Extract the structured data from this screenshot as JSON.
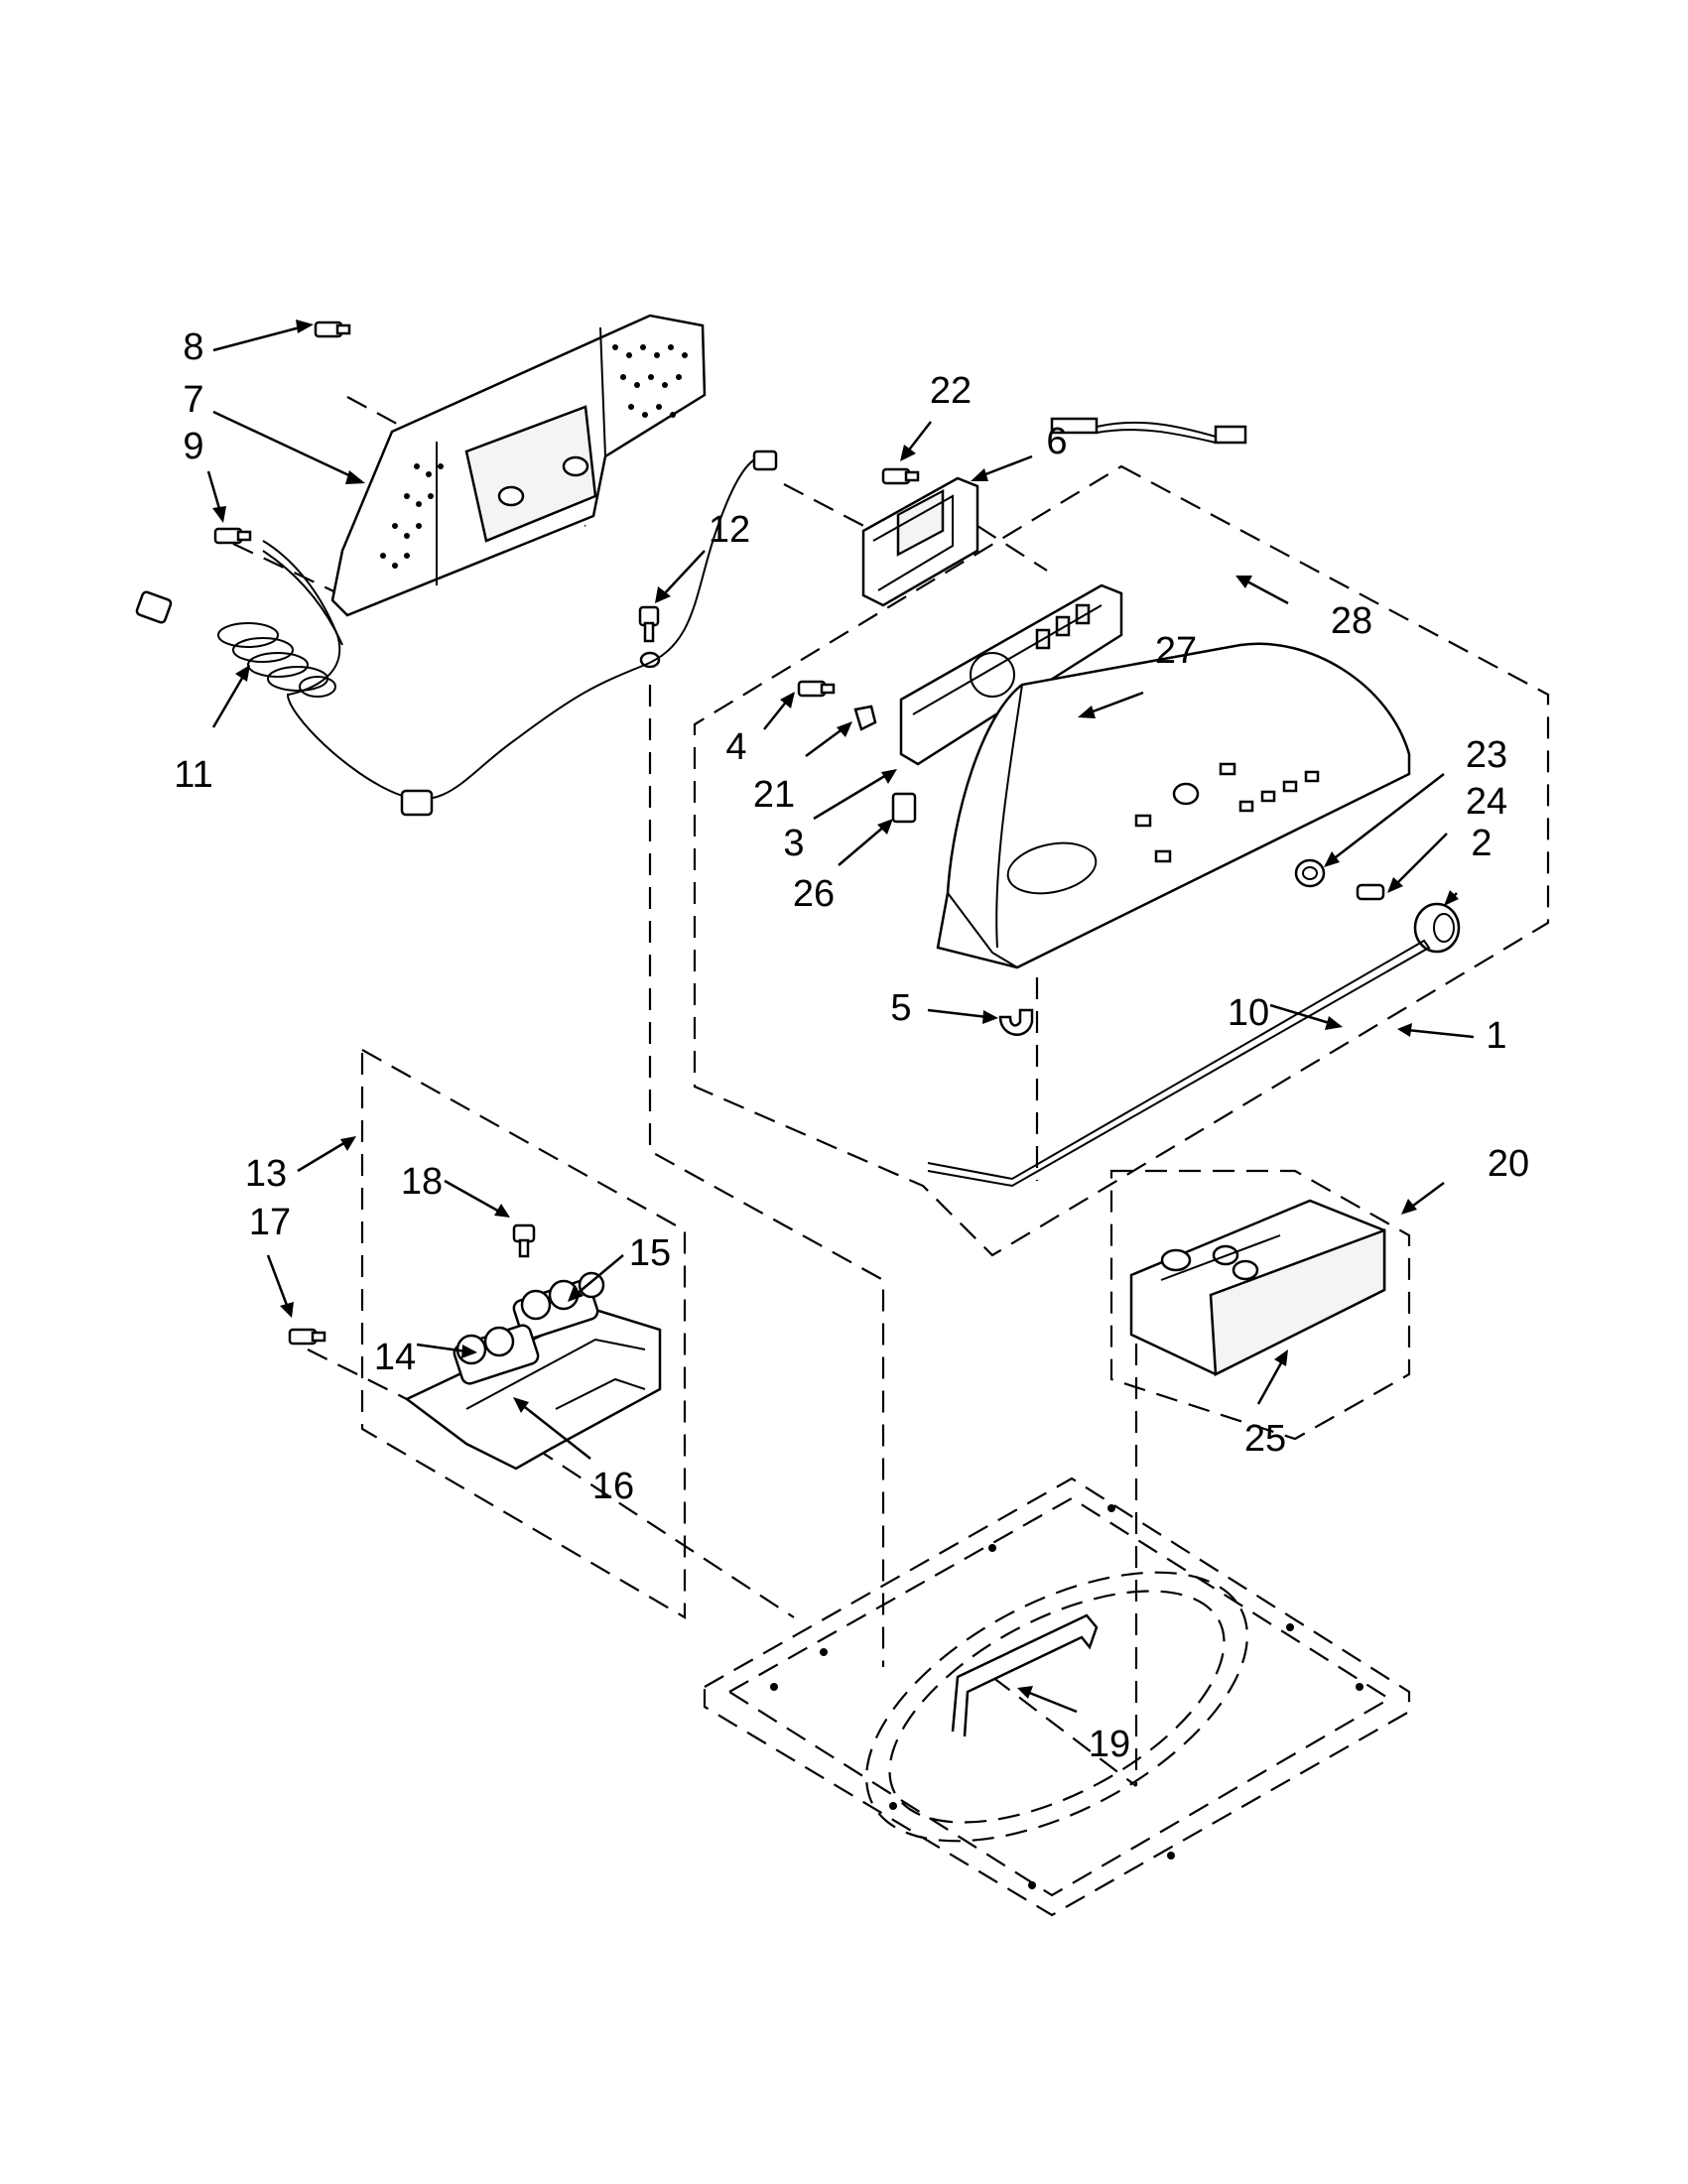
{
  "diagram": {
    "colors": {
      "ink": "#000000",
      "paper": "#ffffff"
    },
    "callouts": [
      {
        "id": "8",
        "label": "8"
      },
      {
        "id": "7",
        "label": "7"
      },
      {
        "id": "9",
        "label": "9"
      },
      {
        "id": "11",
        "label": "11"
      },
      {
        "id": "12",
        "label": "12"
      },
      {
        "id": "22",
        "label": "22"
      },
      {
        "id": "6",
        "label": "6"
      },
      {
        "id": "28",
        "label": "28"
      },
      {
        "id": "27",
        "label": "27"
      },
      {
        "id": "4",
        "label": "4"
      },
      {
        "id": "21",
        "label": "21"
      },
      {
        "id": "3",
        "label": "3"
      },
      {
        "id": "26",
        "label": "26"
      },
      {
        "id": "23",
        "label": "23"
      },
      {
        "id": "24",
        "label": "24"
      },
      {
        "id": "2",
        "label": "2"
      },
      {
        "id": "5",
        "label": "5"
      },
      {
        "id": "10",
        "label": "10"
      },
      {
        "id": "1",
        "label": "1"
      },
      {
        "id": "13",
        "label": "13"
      },
      {
        "id": "17",
        "label": "17"
      },
      {
        "id": "18",
        "label": "18"
      },
      {
        "id": "15",
        "label": "15"
      },
      {
        "id": "14",
        "label": "14"
      },
      {
        "id": "16",
        "label": "16"
      },
      {
        "id": "20",
        "label": "20"
      },
      {
        "id": "25",
        "label": "25"
      },
      {
        "id": "19",
        "label": "19"
      }
    ]
  }
}
